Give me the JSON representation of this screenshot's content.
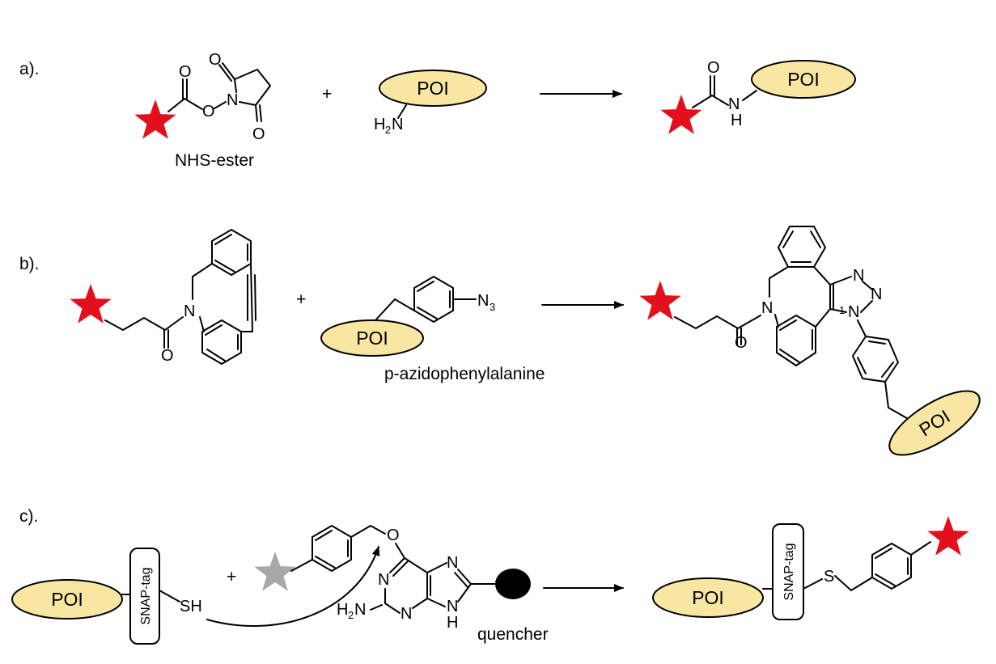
{
  "panels": {
    "a": {
      "label": "a).",
      "reagent_name": "NHS-ester",
      "plus": "+",
      "amine": {
        "H": "H",
        "sub": "2",
        "N": "N"
      },
      "atoms": {
        "O": "O",
        "N": "N",
        "NH_N": "N",
        "NH_H": "H"
      },
      "poi": "POI"
    },
    "b": {
      "label": "b).",
      "plus": "+",
      "amino_acid_name": "p-azidophenylalanine",
      "azide": {
        "N": "N",
        "sub": "3"
      },
      "atoms": {
        "N": "N",
        "O": "O",
        "N1": "1",
        "N1_N": "N"
      },
      "poi": "POI"
    },
    "c": {
      "label": "c).",
      "plus": "+",
      "tag": "SNAP-tag",
      "thiol": "SH",
      "amine": {
        "H": "H",
        "sub": "2",
        "N": "N"
      },
      "atoms": {
        "O": "O",
        "N": "N",
        "NH": "H",
        "S": "S"
      },
      "quencher": "quencher",
      "poi": "POI"
    }
  },
  "colors": {
    "fluorophore": "#e3101c",
    "fluorophore_quenched": "#a8a8a8",
    "poi_fill": "#f8e6a2",
    "quencher": "#000000"
  }
}
